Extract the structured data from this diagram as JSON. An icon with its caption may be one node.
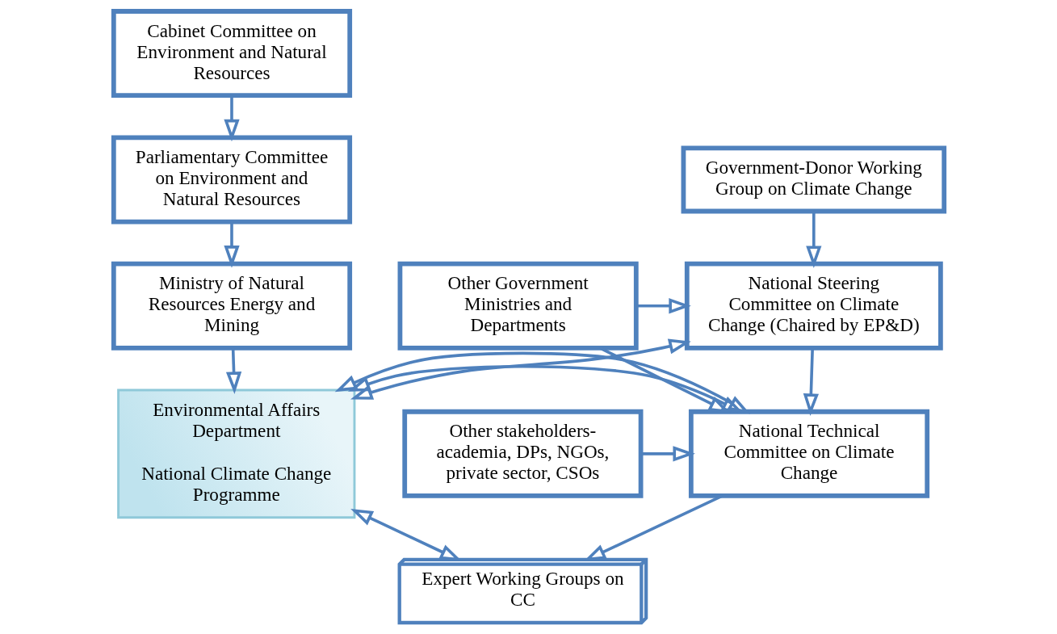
{
  "diagram": {
    "nodes": [
      {
        "text": [
          "Cabinet Committee on Environment and Natural Resources"
        ]
      },
      {
        "text": [
          "Parliamentary Committee on Environment and Natural Resources"
        ]
      },
      {
        "text": [
          "Ministry of Natural Resources Energy and Mining"
        ]
      },
      {
        "text": [
          "Environmental Affairs Department",
          "National Climate Change Programme"
        ]
      },
      {
        "text": [
          "Government-Donor Working Group on Climate Change"
        ]
      },
      {
        "text": [
          "National Steering Committee on Climate Change (Chaired by EP&D)"
        ]
      },
      {
        "text": [
          "Other Government Ministries and Departments"
        ]
      },
      {
        "text": [
          "National Technical Committee on Climate Change"
        ]
      },
      {
        "text": [
          "Other stakeholders- academia, DPs, NGOs, private sector, CSOs"
        ]
      },
      {
        "text": [
          "Expert Working Groups on CC"
        ]
      }
    ],
    "edges": [
      {
        "from": 0,
        "to": 1,
        "arrow": "to"
      },
      {
        "from": 1,
        "to": 2,
        "arrow": "to"
      },
      {
        "from": 2,
        "to": 3,
        "arrow": "to"
      },
      {
        "from": 4,
        "to": 5,
        "arrow": "to"
      },
      {
        "from": 6,
        "to": 5,
        "arrow": "to"
      },
      {
        "from": 5,
        "to": 7,
        "arrow": "to"
      },
      {
        "from": 6,
        "to": 7,
        "arrow": "to"
      },
      {
        "from": 8,
        "to": 7,
        "arrow": "to"
      },
      {
        "from": 7,
        "to": 9,
        "arrow": "to"
      },
      {
        "from": 3,
        "to": 5,
        "arrow": "both"
      },
      {
        "from": 3,
        "to": 7,
        "arrow": "both"
      },
      {
        "from": 3,
        "to": 7,
        "arrow": "both"
      },
      {
        "from": 3,
        "to": 9,
        "arrow": "both"
      }
    ]
  }
}
